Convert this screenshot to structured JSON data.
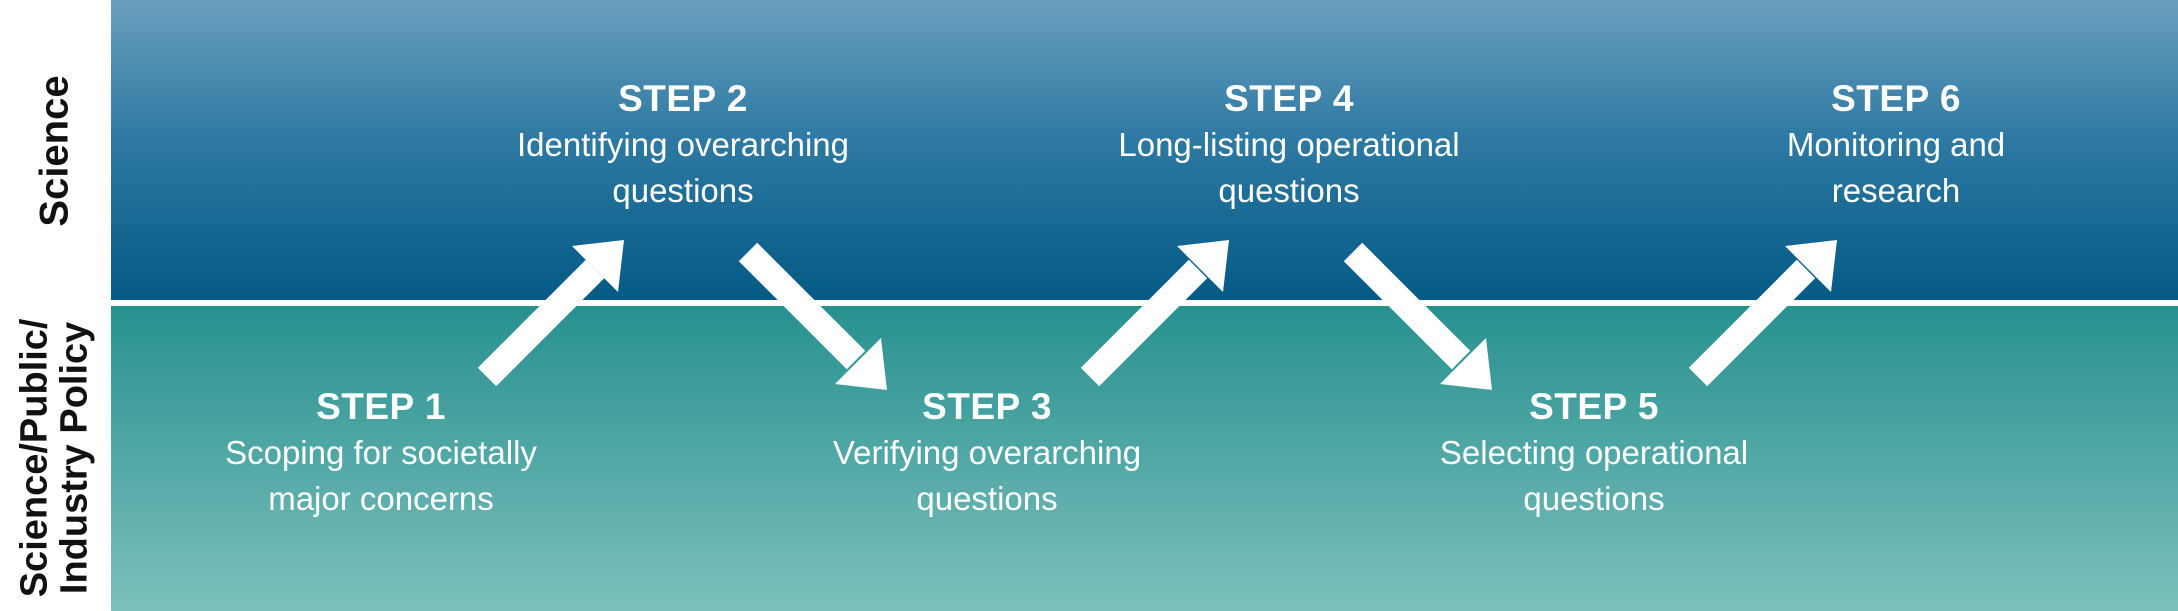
{
  "lanes": {
    "top_label": "Science",
    "bottom_label_line1": "Science/Public/",
    "bottom_label_line2": "Industry Policy"
  },
  "steps": [
    {
      "title": "STEP 1",
      "line1": "Scoping for societally",
      "line2": "major concerns"
    },
    {
      "title": "STEP 2",
      "line1": "Identifying overarching",
      "line2": "questions"
    },
    {
      "title": "STEP 3",
      "line1": "Verifying overarching",
      "line2": "questions"
    },
    {
      "title": "STEP 4",
      "line1": "Long-listing operational",
      "line2": "questions"
    },
    {
      "title": "STEP 5",
      "line1": "Selecting operational",
      "line2": "questions"
    },
    {
      "title": "STEP 6",
      "line1": "Monitoring and",
      "line2": "research"
    }
  ],
  "colors": {
    "science_band": "#045a86",
    "policy_band": "#27918f",
    "arrow": "#ffffff",
    "text": "#ffffff"
  }
}
